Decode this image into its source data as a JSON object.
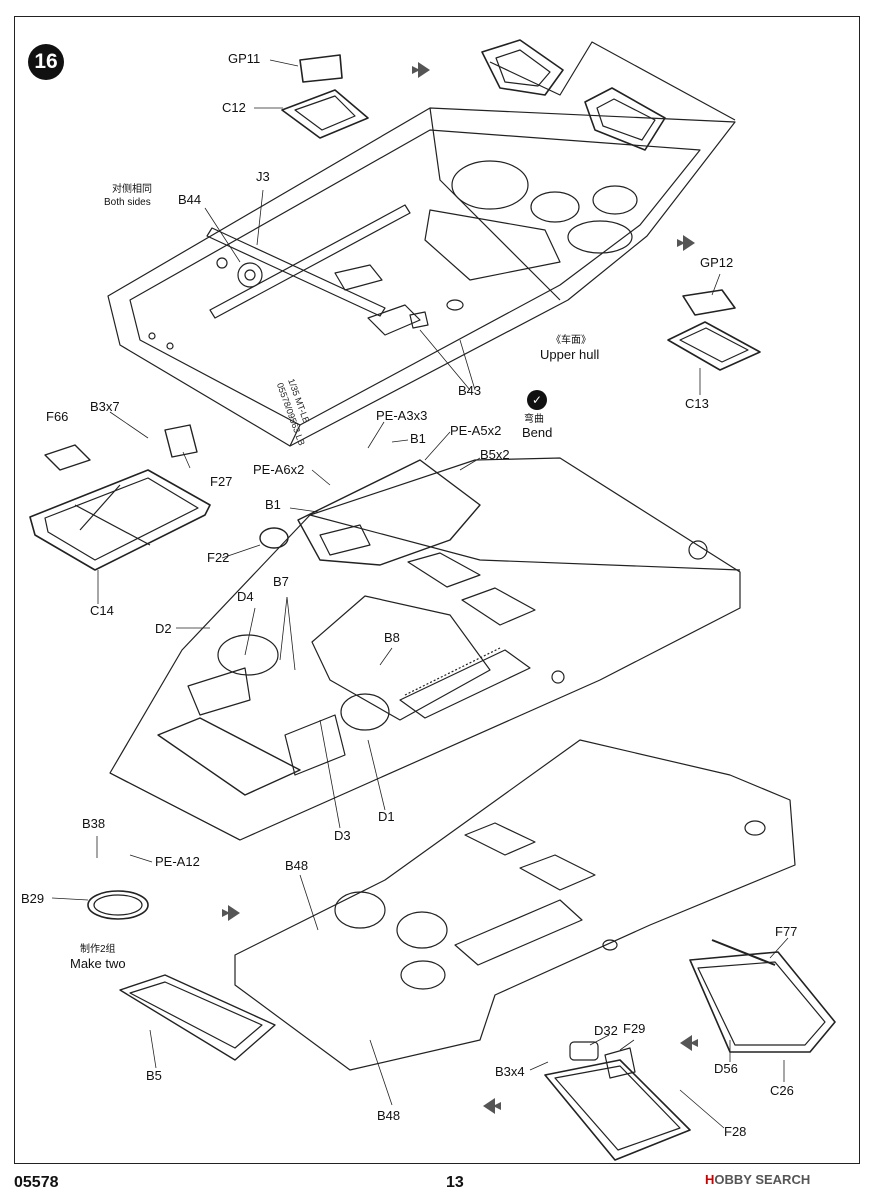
{
  "step": {
    "number": "16"
  },
  "parts": {
    "gp11": "GP11",
    "c12": "C12",
    "j3": "J3",
    "b44": "B44",
    "gp12": "GP12",
    "c13": "C13",
    "b43": "B43",
    "b3x7": "B3x7",
    "f66": "F66",
    "f27": "F27",
    "c14": "C14",
    "pe_a3x3": "PE-A3x3",
    "b1_top": "B1",
    "pe_a5x2": "PE-A5x2",
    "pe_a6x2": "PE-A6x2",
    "b5x2": "B5x2",
    "b1_left": "B1",
    "f22": "F22",
    "b7": "B7",
    "d4": "D4",
    "d2": "D2",
    "b8": "B8",
    "d1": "D1",
    "d3": "D3",
    "b38": "B38",
    "pe_a12": "PE-A12",
    "b29": "B29",
    "b48_top": "B48",
    "b5": "B5",
    "b48_bottom": "B48",
    "f77": "F77",
    "d32": "D32",
    "f29": "F29",
    "b3x4": "B3x4",
    "d56": "D56",
    "c26": "C26",
    "f28": "F28"
  },
  "notes": {
    "both_sides_cn": "对侧相同",
    "both_sides_en": "Both sides",
    "upper_hull_cn": "《车面》",
    "upper_hull_en": "Upper hull",
    "bend_cn": "弯曲",
    "bend_en": "Bend",
    "make_two_cn": "制作2组",
    "make_two_en": "Make two"
  },
  "hull_marking": {
    "line1": "1/35 MT-LB",
    "line2": "05578/09563 LB"
  },
  "footer": {
    "kit_number": "05578",
    "page_number": "13"
  },
  "watermark": {
    "brand_a": "H",
    "brand_b": "OBBY SEARCH"
  }
}
